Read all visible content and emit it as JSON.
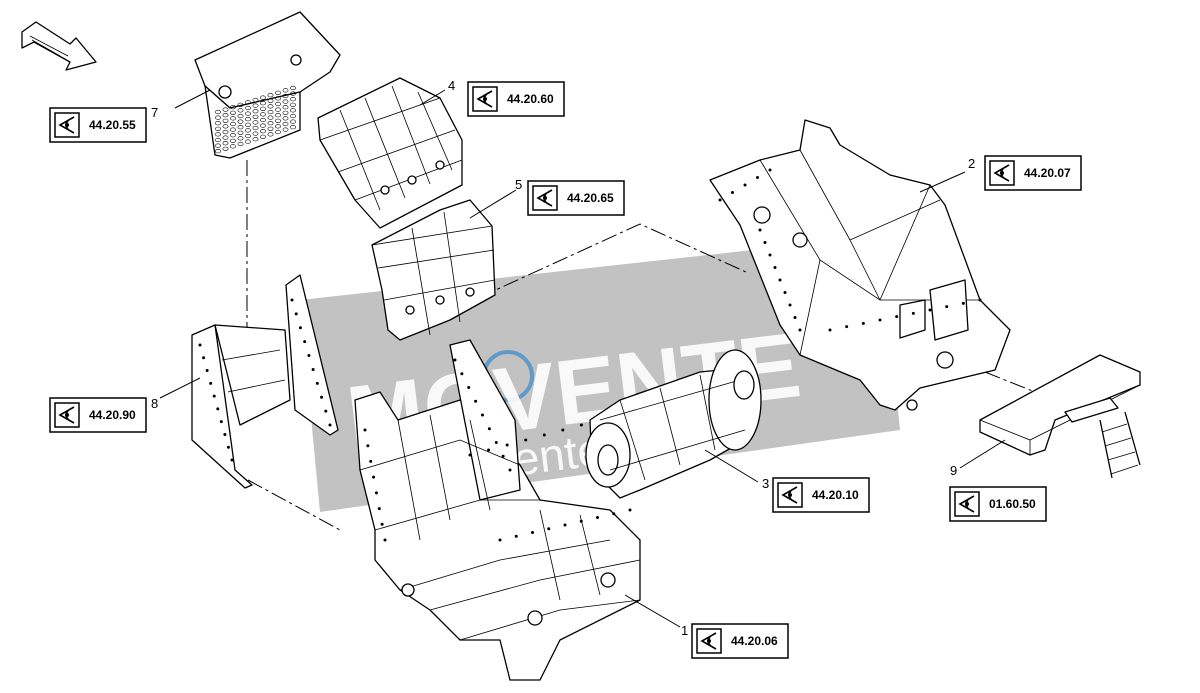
{
  "watermark": {
    "main": "MOVENTE",
    "sub": "movente.ru"
  },
  "colors": {
    "watermark_band": "#8f8f8f",
    "line": "#000000",
    "background": "#ffffff",
    "watermark_logo": "#4a90c8"
  },
  "direction_arrow": {
    "icon": "direction-arrow-icon"
  },
  "parts": [
    {
      "item": "1",
      "ref": "44.20.06",
      "name_icon": "eye-icon"
    },
    {
      "item": "2",
      "ref": "44.20.07",
      "name_icon": "eye-icon"
    },
    {
      "item": "3",
      "ref": "44.20.10",
      "name_icon": "eye-icon"
    },
    {
      "item": "4",
      "ref": "44.20.60",
      "name_icon": "eye-icon"
    },
    {
      "item": "5",
      "ref": "44.20.65",
      "name_icon": "eye-icon"
    },
    {
      "item": "7",
      "ref": "44.20.55",
      "name_icon": "eye-icon"
    },
    {
      "item": "8",
      "ref": "44.20.90",
      "name_icon": "eye-icon"
    },
    {
      "item": "9",
      "ref": "01.60.50",
      "name_icon": "eye-icon"
    }
  ]
}
